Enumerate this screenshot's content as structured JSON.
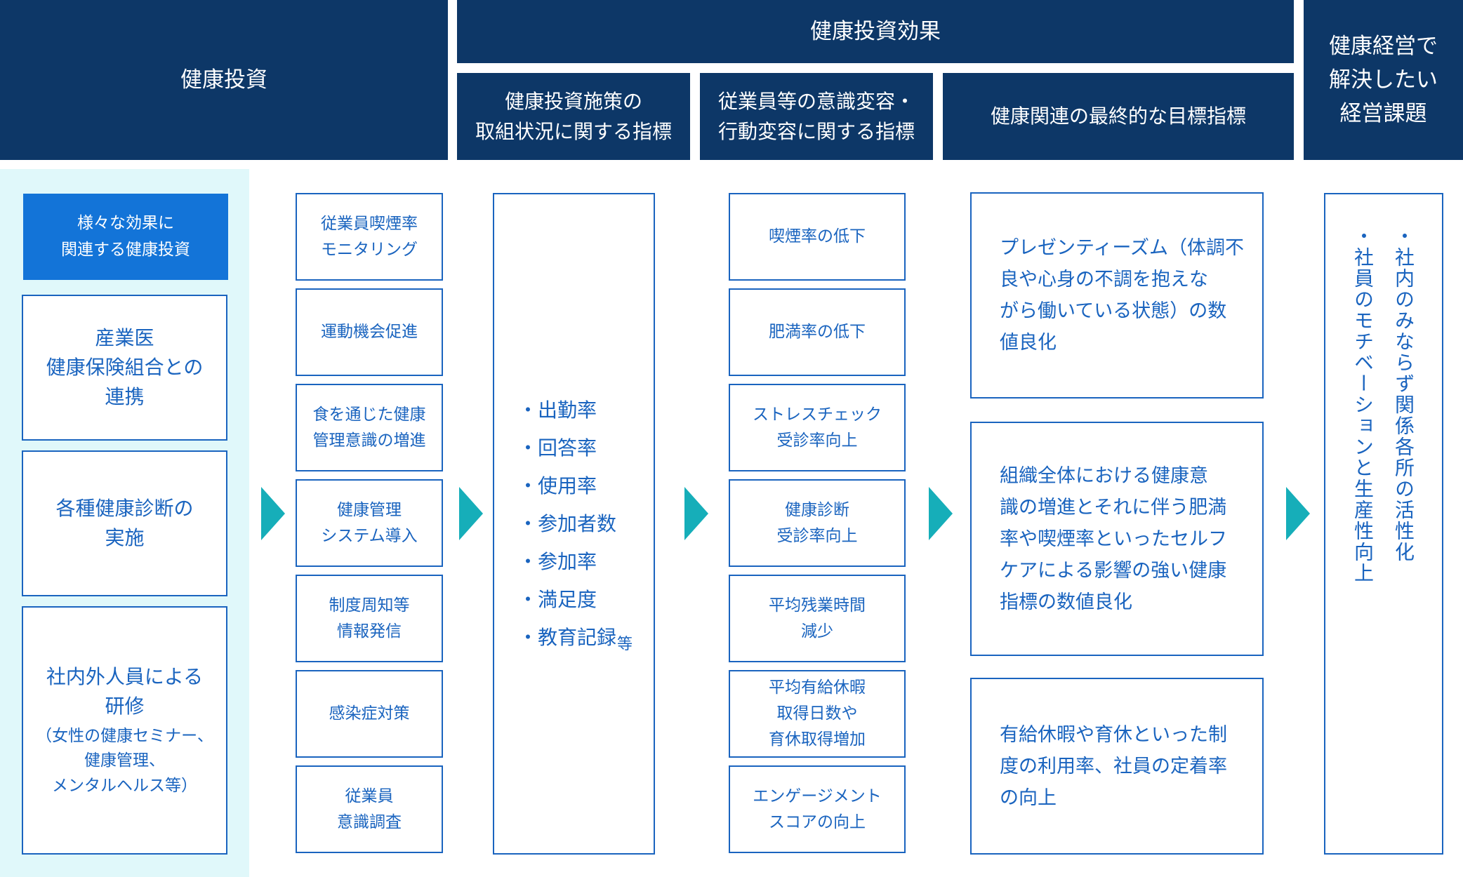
{
  "header": {
    "investment": "健康投資",
    "effect": "健康投資効果",
    "sub1": "健康投資施策の\n取組状況に関する指標",
    "sub2": "従業員等の意識変容・\n行動変容に関する指標",
    "sub3": "健康関連の最終的な目標指標",
    "issues": "健康経営で\n解決したい\n経営課題"
  },
  "investment": {
    "tag": "様々な効果に\n関連する健康投資",
    "boxes": [
      "産業医\n健康保険組合との\n連携",
      "各種健康診断の\n実施",
      "社内外人員による\n研修"
    ],
    "training_note": "（女性の健康セミナー、\n健康管理、\nメンタルヘルス等）"
  },
  "measures": [
    "従業員喫煙率\nモニタリング",
    "運動機会促進",
    "食を通じた健康\n管理意識の増進",
    "健康管理\nシステム導入",
    "制度周知等\n情報発信",
    "感染症対策",
    "従業員\n意識調査"
  ],
  "metrics": {
    "items": [
      "・出勤率",
      "・回答率",
      "・使用率",
      "・参加者数",
      "・参加率",
      "・満足度",
      "・教育記録"
    ],
    "etc": "等"
  },
  "behavior": [
    "喫煙率の低下",
    "肥満率の低下",
    "ストレスチェック\n受診率向上",
    "健康診断\n受診率向上",
    "平均残業時間\n減少",
    "平均有給休暇\n取得日数や\n育休取得増加",
    "エンゲージメント\nスコアの向上"
  ],
  "goals": [
    "プレゼンティーズム（体調不\n良や心身の不調を抱えな\nがら働いている状態）の数\n値良化",
    "組織全体における健康意\n識の増進とそれに伴う肥満\n率や喫煙率といったセルフ\nケアによる影響の強い健康\n指標の数値良化",
    "有給休暇や育休といった制\n度の利用率、社員の定着率\nの向上"
  ],
  "issues": [
    "・社内のみならず関係各所の活性化",
    "・社員のモチベーションと生産性向上"
  ],
  "colors": {
    "header_bg": "#0d3767",
    "accent_blue": "#1374d8",
    "text_blue": "#1a64bf",
    "arrow_teal": "#16aeb9",
    "panel_bg": "#e0f8fa"
  }
}
